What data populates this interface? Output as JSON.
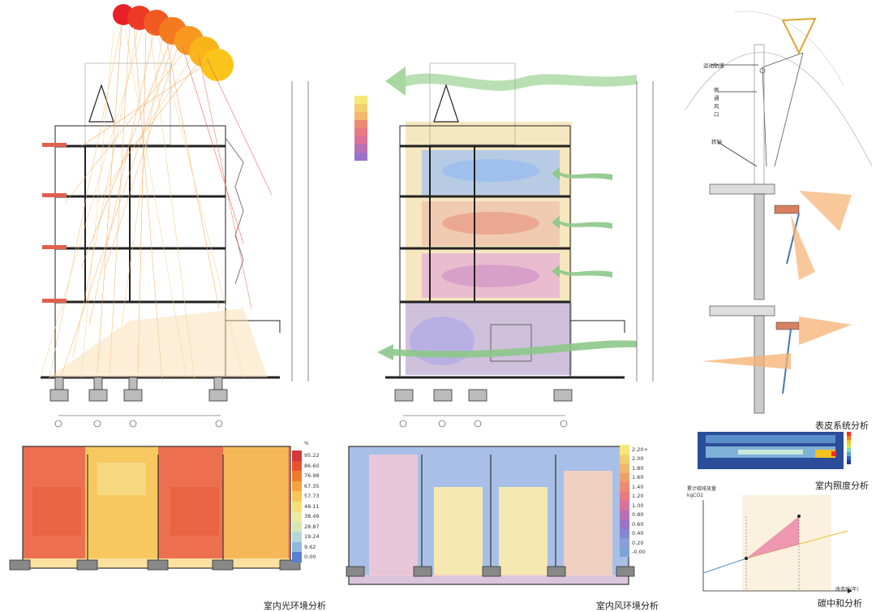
{
  "captions": {
    "light": "室内光环境分析",
    "wind": "室内风环境分析",
    "skin": "表皮系统分析",
    "illum": "室内照度分析",
    "carbon": "碳中和分析"
  },
  "facade_labels": {
    "track": "运动轨道",
    "vent_1": "侧",
    "vent_2": "通",
    "vent_3": "风",
    "vent_4": "口",
    "pivot": "转轴"
  },
  "light_legend": {
    "unit": "%",
    "values": [
      "95.22",
      "86.60",
      "76.98",
      "67.35",
      "57.73",
      "48.11",
      "38.49",
      "28.87",
      "19.24",
      "9.62",
      "0.00"
    ],
    "colors": [
      "#d6383b",
      "#e8522f",
      "#f07a2c",
      "#f5a340",
      "#f7c55a",
      "#f5df7a",
      "#eee9a0",
      "#d7e5b8",
      "#b6d6d9",
      "#8fb8e0",
      "#5a7fd0"
    ]
  },
  "wind_legend": {
    "values": [
      "2.20+",
      "2.00",
      "1.80",
      "1.60",
      "1.40",
      "1.20",
      "1.00",
      "0.80",
      "0.60",
      "0.40",
      "0.20",
      "-0.00"
    ],
    "colors": [
      "#f5e878",
      "#f2d070",
      "#f0b86c",
      "#eea06c",
      "#ec8a74",
      "#e87882",
      "#d8729a",
      "#b870b4",
      "#9a74c6",
      "#8686d2",
      "#8a9ed8",
      "#7aa4d8"
    ]
  },
  "illum": {
    "colors": [
      "#ff2b1f",
      "#f77b1f",
      "#f3c21f",
      "#c9e84a",
      "#7fd9b5",
      "#4aa6e0",
      "#2860c8",
      "#1c3a9a"
    ]
  },
  "carbon": {
    "ylabel": "kgCO2",
    "legend_title": "累计碳排放量",
    "xlabel": "改造后(年)"
  }
}
